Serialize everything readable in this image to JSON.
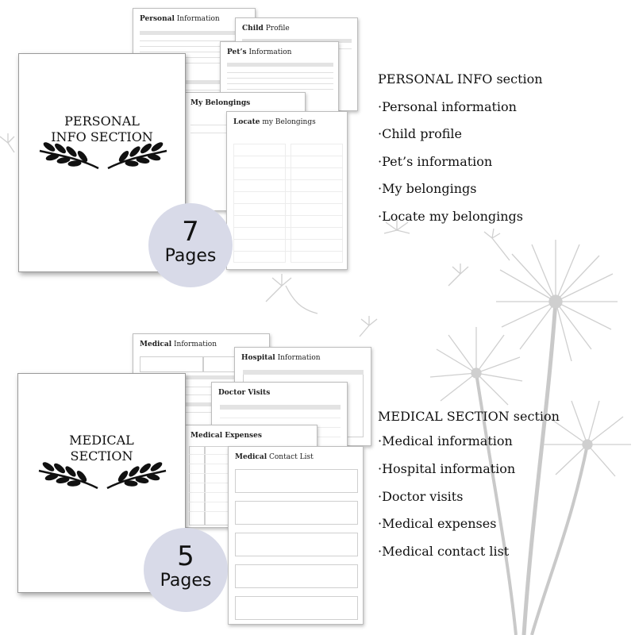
{
  "personal_section": {
    "cover_title": "PERSONAL INFO SECTION",
    "page_count": "7",
    "pages_label": "Pages",
    "list_heading": "PERSONAL INFO section",
    "items": [
      "·Personal information",
      "·Child profile",
      "·Pet’s information",
      "·My belongings",
      "·Locate my belongings"
    ],
    "thumbnails": {
      "personal_info": {
        "bold": "Personal",
        "rest": " Information"
      },
      "child_profile": {
        "bold": "Child",
        "rest": " Profile"
      },
      "pets_info": {
        "bold": "Pet’s",
        "rest": " Information"
      },
      "my_belongings": {
        "bold": "My Belongings",
        "rest": ""
      },
      "locate_belongings": {
        "bold": "Locate",
        "rest": " my Belongings"
      }
    }
  },
  "medical_section": {
    "cover_title": "MEDICAL SECTION",
    "page_count": "5",
    "pages_label": "Pages",
    "list_heading": "MEDICAL SECTION section",
    "items": [
      "·Medical information",
      "·Hospital information",
      "·Doctor visits",
      "·Medical expenses",
      "·Medical contact list"
    ],
    "thumbnails": {
      "medical_info": {
        "bold": "Medical",
        "rest": " Information"
      },
      "hospital_info": {
        "bold": "Hospital",
        "rest": " Information"
      },
      "doctor_visits": {
        "bold": "Doctor Visits",
        "rest": ""
      },
      "medical_expenses": {
        "bold": "Medical Expenses",
        "rest": ""
      },
      "contact_list": {
        "bold": "Medical",
        "rest": " Contact List"
      }
    }
  }
}
